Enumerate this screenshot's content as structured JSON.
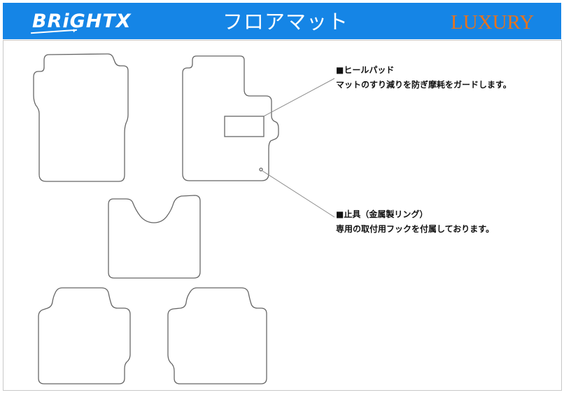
{
  "header": {
    "brand": "BRiGHTX",
    "title": "フロアマット",
    "grade": "LUXURY",
    "background_color": "#1585e6",
    "grade_color": "#e8731c"
  },
  "callouts": {
    "heel_pad": {
      "title": "ヒールパッド",
      "description": "マットのすり減りを防ぎ摩耗をガードします。"
    },
    "fastener": {
      "title": "止具（金属製リング）",
      "description": "専用の取付用フックを付属しております。"
    }
  }
}
